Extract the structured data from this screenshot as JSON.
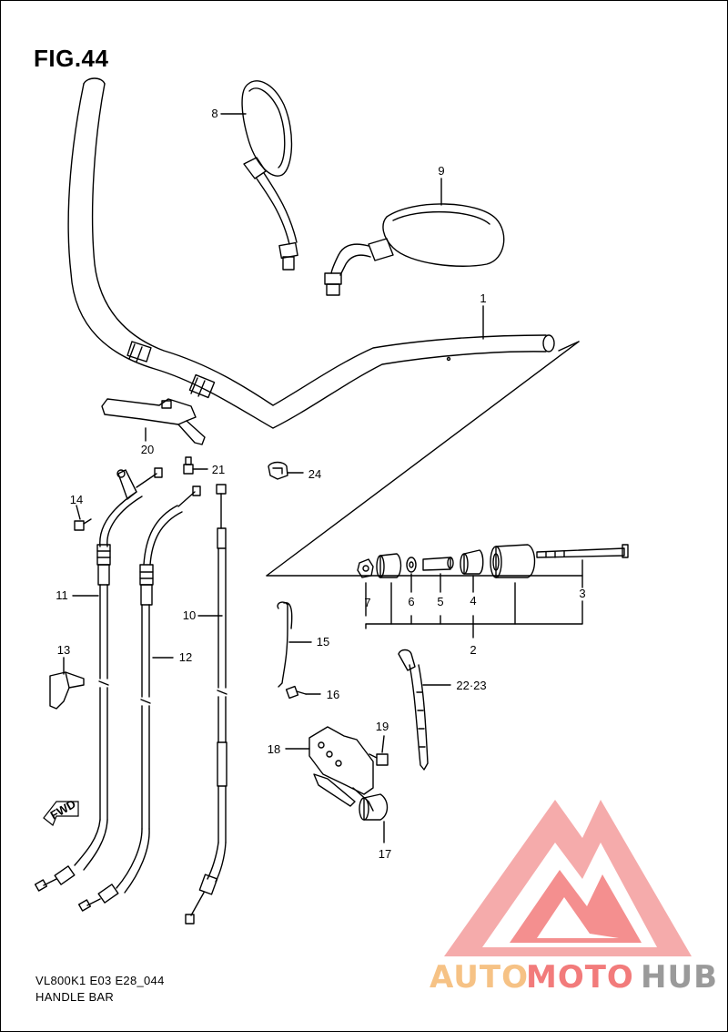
{
  "figure": {
    "title": "FIG.44",
    "model_code": "VL800K1 E03 E28_044",
    "section_name": "HANDLE BAR"
  },
  "callouts": [
    {
      "id": "1",
      "text": "1"
    },
    {
      "id": "2",
      "text": "2"
    },
    {
      "id": "3",
      "text": "3"
    },
    {
      "id": "4",
      "text": "4"
    },
    {
      "id": "5",
      "text": "5"
    },
    {
      "id": "6",
      "text": "6"
    },
    {
      "id": "7",
      "text": "7"
    },
    {
      "id": "8",
      "text": "8"
    },
    {
      "id": "9",
      "text": "9"
    },
    {
      "id": "10",
      "text": "10"
    },
    {
      "id": "11",
      "text": "11"
    },
    {
      "id": "12",
      "text": "12"
    },
    {
      "id": "13",
      "text": "13"
    },
    {
      "id": "14",
      "text": "14"
    },
    {
      "id": "15",
      "text": "15"
    },
    {
      "id": "16",
      "text": "16"
    },
    {
      "id": "17",
      "text": "17"
    },
    {
      "id": "18",
      "text": "18"
    },
    {
      "id": "19",
      "text": "19"
    },
    {
      "id": "20",
      "text": "20"
    },
    {
      "id": "21",
      "text": "21"
    },
    {
      "id": "22",
      "text": "22·23"
    },
    {
      "id": "24",
      "text": "24"
    }
  ],
  "fwd_label": "FWD",
  "watermark": {
    "part1": "AUTO",
    "part2": "MOTO",
    "part3": "HUB",
    "color_orange": "#f6c285",
    "color_red": "#f27b7b",
    "color_grey": "#9a9a9a"
  }
}
